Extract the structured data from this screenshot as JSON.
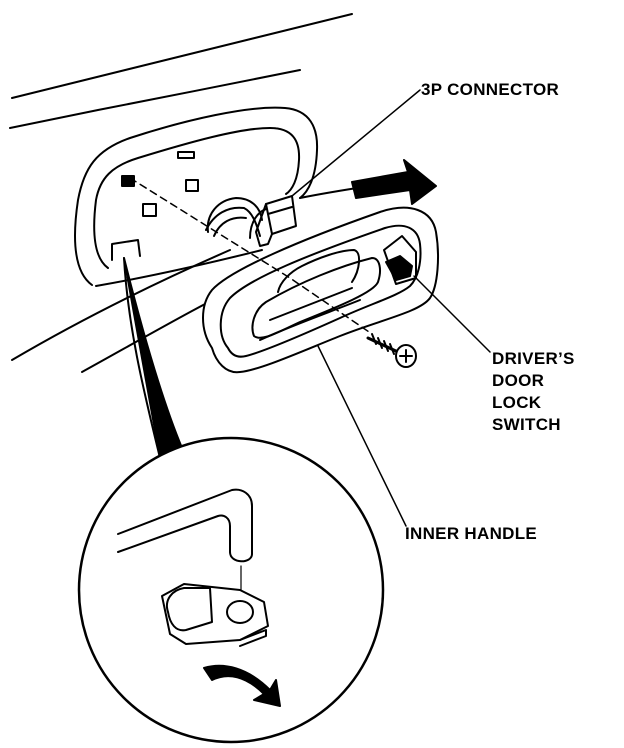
{
  "labels": {
    "connector": "3P CONNECTOR",
    "lock_switch": [
      "DRIVER’S",
      "DOOR",
      "LOCK",
      "SWITCH"
    ],
    "inner_handle": "INNER HANDLE"
  },
  "colors": {
    "ink": "#000000",
    "paper": "#ffffff"
  }
}
